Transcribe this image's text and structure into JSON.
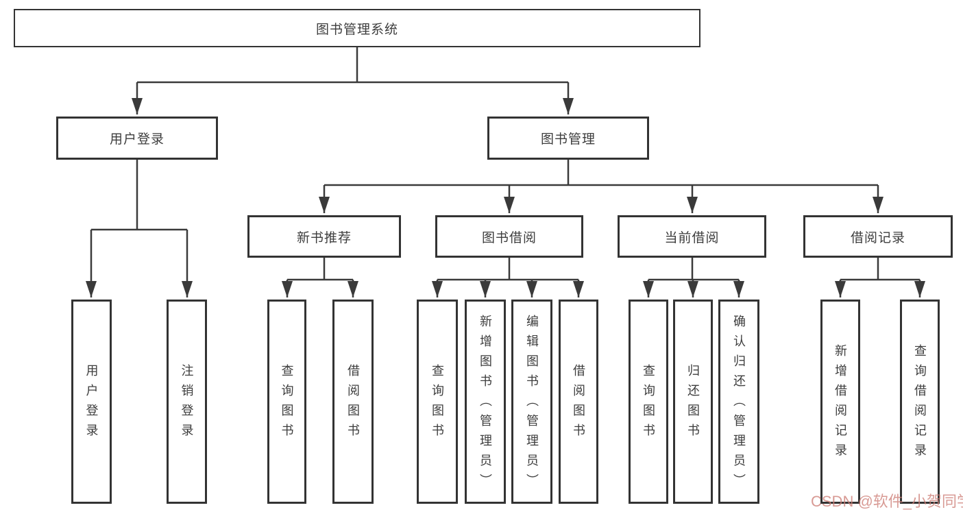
{
  "diagram_title": "图书管理系统",
  "colors": {
    "line": "#3a3a3a",
    "box_border": "#333333",
    "box_background": "#ffffff",
    "text": "#3d3d3d",
    "watermark": "#cd7d76"
  },
  "watermark": {
    "text": "CSDN @软件_小贺同学"
  },
  "nodes": {
    "root": {
      "label": "图书管理系统"
    },
    "userLogin": {
      "label": "用户登录",
      "children": [
        {
          "label": "用户登录"
        },
        {
          "label": "注销登录"
        }
      ]
    },
    "bookMgmt": {
      "label": "图书管理"
    },
    "newBookRec": {
      "label": "新书推荐",
      "children": [
        {
          "label": "查询图书"
        },
        {
          "label": "借阅图书"
        }
      ]
    },
    "bookBorrow": {
      "label": "图书借阅",
      "children": [
        {
          "label": "查询图书"
        },
        {
          "label": "新增图书（管理员）"
        },
        {
          "label": "编辑图书（管理员）"
        },
        {
          "label": "借阅图书"
        }
      ]
    },
    "currentBorrow": {
      "label": "当前借阅",
      "children": [
        {
          "label": "查询图书"
        },
        {
          "label": "归还图书"
        },
        {
          "label": "确认归还（管理员）"
        }
      ]
    },
    "borrowRecords": {
      "label": "借阅记录",
      "children": [
        {
          "label": "新增借阅记录"
        },
        {
          "label": "查询借阅记录"
        }
      ]
    }
  }
}
